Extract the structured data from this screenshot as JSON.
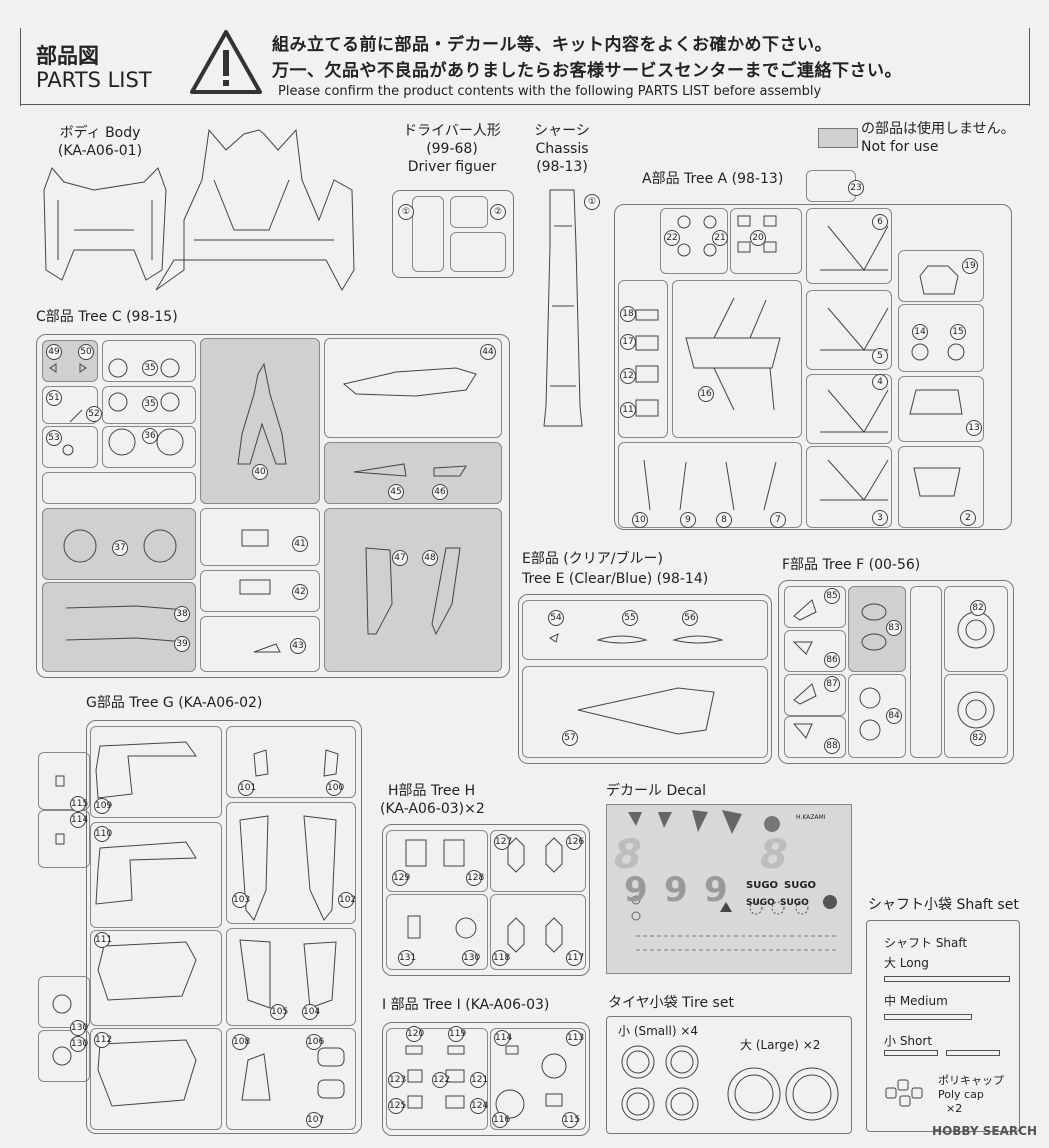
{
  "header": {
    "title_jp": "部品図",
    "title_en": "PARTS LIST",
    "notice_jp_line1": "組み立てる前に部品・デカール等、キット内容をよくお確かめ下さい。",
    "notice_jp_line2": "万一、欠品や不良品がありましたらお客様サービスセンターまでご連絡下さい。",
    "notice_en": "Please confirm the product contents with the following PARTS LIST before assembly"
  },
  "legend": {
    "jp": "の部品は使用しません。",
    "en": "Not for use"
  },
  "body": {
    "title": "ボディ Body",
    "code": "(KA-A06-01)"
  },
  "driver": {
    "title_jp": "ドライバー人形",
    "code": "(99-68)",
    "title_en": "Driver figuer",
    "parts": [
      "①",
      "②"
    ]
  },
  "chassis": {
    "title_jp": "シャーシ",
    "title_en": "Chassis",
    "code": "(98-13)",
    "part": "①"
  },
  "treeA": {
    "title": "A部品 Tree A (98-13)",
    "parts": [
      "23",
      "22",
      "21",
      "20",
      "6",
      "19",
      "18",
      "17",
      "16",
      "14",
      "15",
      "5",
      "12",
      "11",
      "4",
      "13",
      "10",
      "9",
      "8",
      "7",
      "3",
      "2"
    ]
  },
  "treeC": {
    "title": "C部品 Tree C (98-15)",
    "parts": [
      "49",
      "50",
      "35",
      "35",
      "36",
      "44",
      "51",
      "52",
      "53",
      "40",
      "45",
      "46",
      "37",
      "41",
      "42",
      "47",
      "48",
      "38",
      "39",
      "43"
    ]
  },
  "treeE": {
    "title_line1": "E部品 (クリア/ブルー)",
    "title_line2": "Tree E (Clear/Blue) (98-14)",
    "parts": [
      "54",
      "55",
      "56",
      "57"
    ]
  },
  "treeF": {
    "title": "F部品 Tree F (00-56)",
    "parts": [
      "85",
      "83",
      "82",
      "86",
      "87",
      "84",
      "88",
      "82"
    ]
  },
  "treeG": {
    "title": "G部品 Tree G (KA-A06-02)",
    "parts": [
      "109",
      "101",
      "100",
      "115",
      "114",
      "110",
      "103",
      "102",
      "111",
      "105",
      "104",
      "130",
      "130",
      "112",
      "108",
      "106",
      "107"
    ]
  },
  "treeH": {
    "title_line1": "H部品 Tree H",
    "title_line2": "(KA-A06-03)×2",
    "parts": [
      "127",
      "126",
      "129",
      "128",
      "131",
      "130",
      "118",
      "117"
    ]
  },
  "treeI": {
    "title": "I 部品 Tree I (KA-A06-03)",
    "parts": [
      "120",
      "119",
      "114",
      "113",
      "123",
      "122",
      "121",
      "125",
      "124",
      "116",
      "115"
    ]
  },
  "decal": {
    "title": "デカール Decal",
    "numbers": [
      "8",
      "8",
      "9",
      "9",
      "9"
    ],
    "text": [
      "SUGO",
      "SUGO",
      "SUGO",
      "SUGO"
    ],
    "name": "H.KAZAMI"
  },
  "shaft": {
    "title": "シャフト小袋 Shaft set",
    "subtitle": "シャフト Shaft",
    "long": "大 Long",
    "medium": "中 Medium",
    "short": "小 Short",
    "polycap_jp": "ポリキャップ",
    "polycap_en": "Poly cap",
    "polycap_qty": "×2"
  },
  "tire": {
    "title": "タイヤ小袋 Tire set",
    "small": "小 (Small) ×4",
    "large": "大 (Large) ×2"
  },
  "watermark": "HOBBY SEARCH",
  "colors": {
    "not_for_use": "#d0d0d0",
    "line": "#555555",
    "background": "#f1f1ef"
  }
}
